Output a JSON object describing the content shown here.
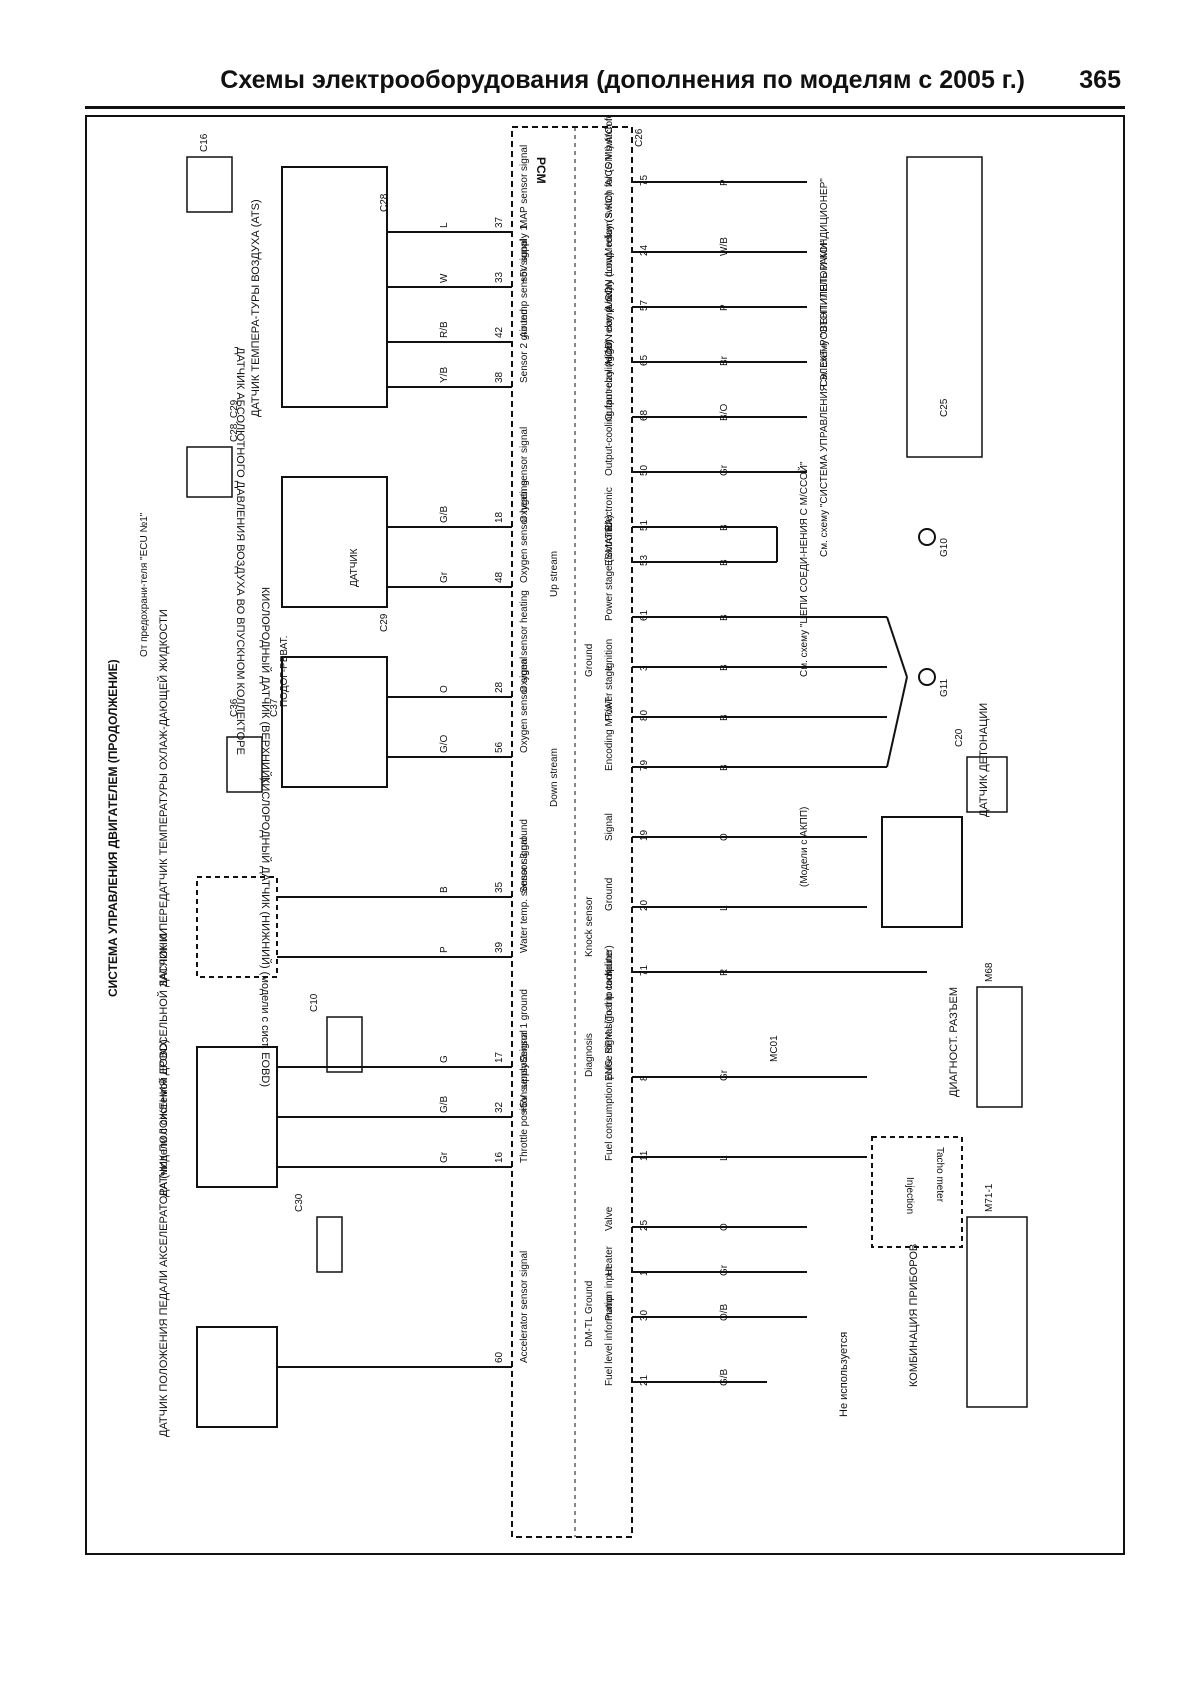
{
  "header": {
    "title": "Схемы электрооборудования (дополнения по моделям с 2005 г.)",
    "page_number": "365"
  },
  "diagram": {
    "main_title": "СИСТЕМА УПРАВЛЕНИЯ ДВИГАТЕЛЕМ (ПРОДОЛЖЕНИЕ)",
    "pcm_label": "PCM",
    "components": {
      "map_sensor": "ДАТЧИК АБСОЛЮТНОГО ДАВЛЕНИЯ ВОЗДУХА ВО ВПУСКНОМ КОЛЛЕКТОРЕ",
      "ats_sensor": "ДАТЧИК ТЕМПЕРА-ТУРЫ ВОЗДУХА (ATS)",
      "o2_upper": "КИСЛОРОДНЫЙ ДАТЧИК (ВЕРХНИЙ)",
      "o2_lower": "КИСЛОРОДНЫЙ ДАТЧИК (НИЖНИЙ) (модели с сист. EOBD)",
      "coolant_sensor": "ДАТЧИК И ПЕРЕДАТЧИК ТЕМПЕРАТУРЫ ОХЛАЖ-ДАЮЩЕЙ ЖИДКОСТИ",
      "throttle_sensor": "ДАТЧИК ПОЛОЖЕНИЯ ДРОССЕЛЬНОЙ ЗАСЛОНКИ",
      "pedal_sensor": "ДАТЧИК ПОЛОЖЕНИЯ ПЕДАЛИ АКСЕЛЕРАТОРА (модели с системой EOBD)",
      "knock_sensor": "ДАТЧИК ДЕТОНАЦИИ",
      "diag_connector": "ДИАГНОСТ. РАЗЪЕМ",
      "instrument_cluster": "КОМБИНАЦИЯ ПРИБОРОВ",
      "heater_word": "ПОДОГ-РЕВАТ.",
      "sensor_word": "ДАТЧИК",
      "from_fuse": "От предохрани-теля \"ECU №1\"",
      "not_used": "Не используется",
      "at_models": "(Модели с АКПП)",
      "tacho": "Tacho meter",
      "injection": "Injection"
    },
    "notes": {
      "heater_ac": "См. схему \"ОТОПИТЕЛЬ И КОНДИЦИОНЕР\"",
      "fan": "См. схему \"СИСТЕМА УПРАВЛЕНИЯ ЭЛЕКТ-РОВЕНТИЛЯТОРАМИ\"",
      "circuits": "См. схему \"ЦЕПИ СОЕДИ-НЕНИЯ С М/ССОЙ\""
    },
    "connectors": [
      "C16",
      "C28",
      "C29",
      "C28, C29",
      "C36",
      "C37",
      "C10",
      "C30",
      "C20",
      "C25",
      "C26",
      "M68",
      "M71-1",
      "MC01",
      "G10",
      "G11"
    ],
    "signals_top": [
      {
        "pin": "37",
        "wire": "L",
        "name": "MAP sensor signal"
      },
      {
        "pin": "33",
        "wire": "W",
        "name": "+5V supply 1"
      },
      {
        "pin": "42",
        "wire": "R/B",
        "name": "Air temp sensor signal"
      },
      {
        "pin": "38",
        "wire": "Y/B",
        "name": "Sensor 2 ground"
      },
      {
        "pin": "18",
        "wire": "G/B",
        "name": "Oxygen sensor signal"
      },
      {
        "pin": "48",
        "wire": "Gr",
        "name": "Oxygen sensor heating"
      },
      {
        "pin": "28",
        "wire": "O",
        "name": "Oxygen sensor heating"
      },
      {
        "pin": "56",
        "wire": "G/O",
        "name": "Oxygen sensor signal"
      },
      {
        "pin": "35",
        "wire": "B",
        "name": "Sensor 3 ground"
      },
      {
        "pin": "39",
        "wire": "P",
        "name": "Water temp. sensor signal"
      },
      {
        "pin": "17",
        "wire": "G",
        "name": "Sensor 1 ground"
      },
      {
        "pin": "32",
        "wire": "G/B",
        "name": "+5V supply 2"
      },
      {
        "pin": "16",
        "wire": "Gr",
        "name": "Throttle position sensor signal"
      },
      {
        "pin": "60",
        "wire": "",
        "name": "Accelerator sensor signal"
      }
    ],
    "signals_bottom": [
      {
        "pin": "75",
        "wire": "P",
        "name": "A/CON switch for sense (S AC)"
      },
      {
        "pin": "24",
        "wire": "W/B",
        "name": "Medium switch for (S MI) A/Con fan"
      },
      {
        "pin": "57",
        "wire": "P",
        "name": "A/CON comp. relay (S KO)"
      },
      {
        "pin": "65",
        "wire": "Br",
        "name": "A/CON comp. relay (Low)"
      },
      {
        "pin": "68",
        "wire": "B/O",
        "name": "Output-cooling fan relay (Low)"
      },
      {
        "pin": "50",
        "wire": "Gr",
        "name": "Output-cooling fan relay (High)"
      },
      {
        "pin": "51",
        "wire": "B",
        "name": "Electronic"
      },
      {
        "pin": "53",
        "wire": "B",
        "name": "Electronic"
      },
      {
        "pin": "61",
        "wire": "B",
        "name": "Power stage (SMATRA)"
      },
      {
        "pin": "3",
        "wire": "B",
        "name": "Ignition"
      },
      {
        "pin": "80",
        "wire": "B",
        "name": "Power stage"
      },
      {
        "pin": "79",
        "wire": "B",
        "name": "Encoding MT/AT"
      },
      {
        "pin": "19",
        "wire": "O",
        "name": "Signal"
      },
      {
        "pin": "20",
        "wire": "L",
        "name": "Ground"
      },
      {
        "pin": "71",
        "wire": "R",
        "name": "K-line"
      },
      {
        "pin": "8",
        "wire": "Gr",
        "name": "ENG. RPM signal to tacho"
      },
      {
        "pin": "11",
        "wire": "L",
        "name": "Fuel consumption pulse signal (To trip computer)"
      },
      {
        "pin": "25",
        "wire": "O",
        "name": "Valve"
      },
      {
        "pin": "1",
        "wire": "Gr",
        "name": "Heater"
      },
      {
        "pin": "30",
        "wire": "O/B",
        "name": "Pump"
      },
      {
        "pin": "21",
        "wire": "G/B",
        "name": "Fuel level information input"
      }
    ],
    "groups": {
      "up_stream": "Up stream",
      "down_stream": "Down stream",
      "ground": "Ground",
      "knock_sensor": "Knock sensor",
      "diagnosis": "Diagnosis",
      "dm_tl": "DM-TL Ground"
    }
  }
}
